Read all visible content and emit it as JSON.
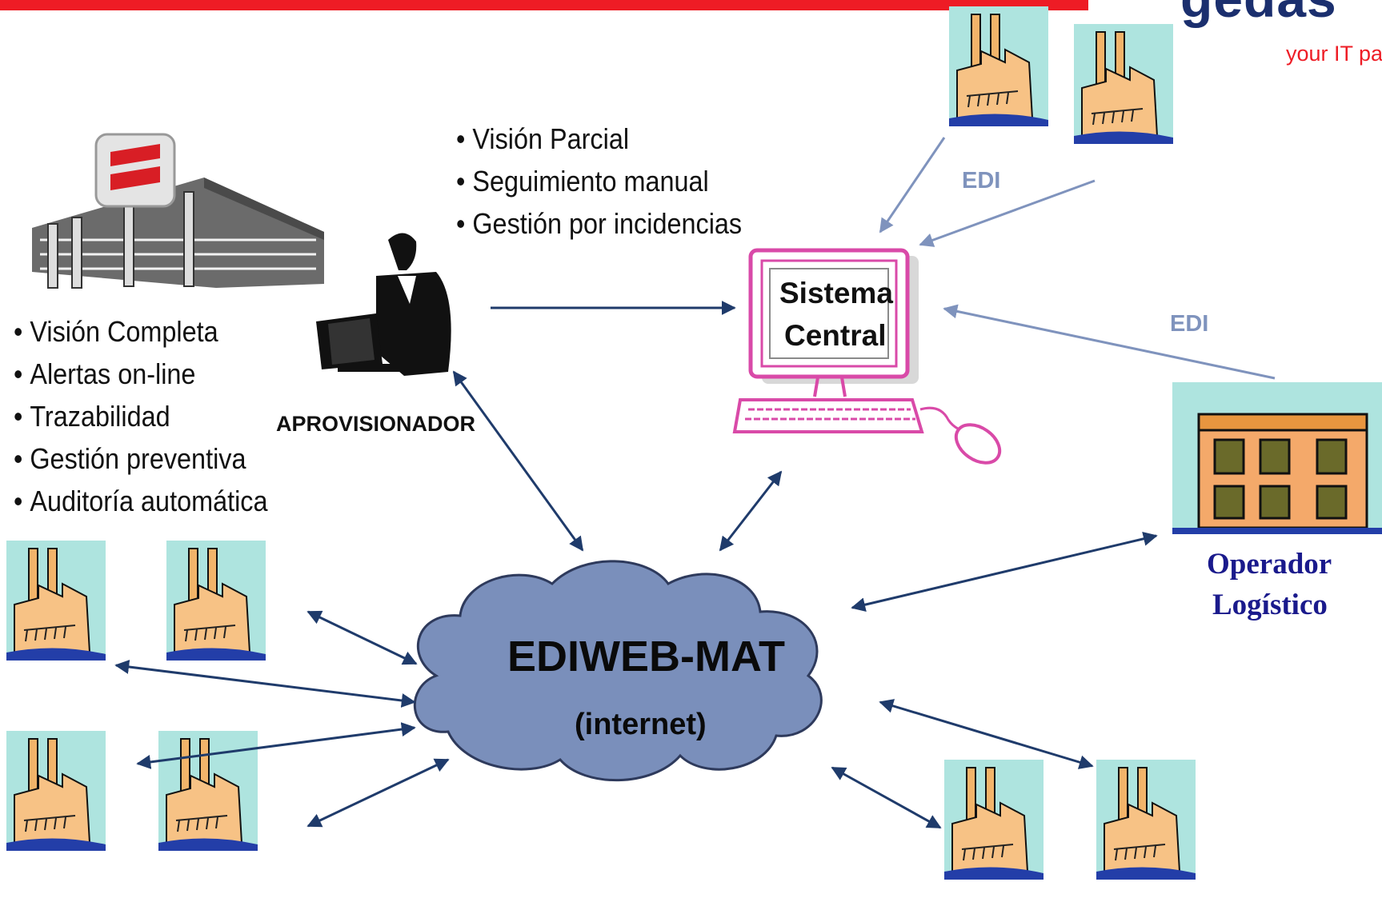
{
  "header": {
    "brand_name": "gedas",
    "brand_tagline": "your IT par",
    "bar_color": "#ee1c25"
  },
  "left_panel": {
    "bullets": [
      "Visión Completa",
      "Alertas on-line",
      "Trazabilidad",
      "Gestión preventiva",
      "Auditoría automática"
    ]
  },
  "top_panel": {
    "bullets": [
      "Visión Parcial",
      "Seguimiento manual",
      "Gestión por incidencias"
    ]
  },
  "nodes": {
    "aprovisionador_label": "APROVISIONADOR",
    "sistema_central_line1": "Sistema",
    "sistema_central_line2": "Central",
    "cloud_title": "EDIWEB-MAT",
    "cloud_subtitle": "(internet)",
    "operador_line1": "Operador",
    "operador_line2": "Logístico"
  },
  "edge_labels": {
    "edi_top": "EDI",
    "edi_right": "EDI"
  },
  "colors": {
    "accent_red": "#ee1c25",
    "arrow_dark": "#1f3b6b",
    "arrow_edi": "#7f93bd",
    "cloud_fill": "#7a8fbb",
    "computer_pink": "#d94aa8",
    "factory_bg": "#aee4df",
    "operador_text": "#1a1a8c"
  }
}
